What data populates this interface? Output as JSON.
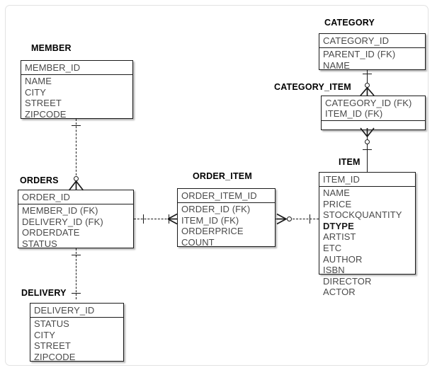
{
  "diagram": {
    "type": "entity-relationship-diagram",
    "notation": "crows-foot",
    "entities": [
      {
        "id": "member",
        "name": "MEMBER",
        "key_attributes": [
          "MEMBER_ID"
        ],
        "attributes": [
          "NAME",
          "CITY",
          "STREET",
          "ZIPCODE"
        ]
      },
      {
        "id": "orders",
        "name": "ORDERS",
        "key_attributes": [
          "ORDER_ID"
        ],
        "attributes": [
          "MEMBER_ID (FK)",
          "DELIVERY_ID (FK)",
          "ORDERDATE",
          "STATUS"
        ]
      },
      {
        "id": "delivery",
        "name": "DELIVERY",
        "key_attributes": [
          "DELIVERY_ID"
        ],
        "attributes": [
          "STATUS",
          "CITY",
          "STREET",
          "ZIPCODE"
        ]
      },
      {
        "id": "order_item",
        "name": "ORDER_ITEM",
        "key_attributes": [
          "ORDER_ITEM_ID"
        ],
        "attributes": [
          "ORDER_ID (FK)",
          "ITEM_ID (FK)",
          "ORDERPRICE",
          "COUNT"
        ]
      },
      {
        "id": "item",
        "name": "ITEM",
        "key_attributes": [
          "ITEM_ID"
        ],
        "attributes": [
          "NAME",
          "PRICE",
          "STOCKQUANTITY",
          "DTYPE",
          "ARTIST",
          "ETC",
          "AUTHOR",
          "ISBN",
          "DIRECTOR",
          "ACTOR"
        ],
        "bold_attributes": [
          "DTYPE"
        ]
      },
      {
        "id": "category",
        "name": "CATEGORY",
        "key_attributes": [
          "CATEGORY_ID"
        ],
        "attributes": [
          "PARENT_ID (FK)",
          "NAME"
        ]
      },
      {
        "id": "category_item",
        "name": "CATEGORY_ITEM",
        "key_attributes": [],
        "attributes": [
          "CATEGORY_ID (FK)",
          "ITEM_ID (FK)"
        ],
        "empty_section": true
      }
    ],
    "relationships": [
      {
        "id": "member-orders",
        "from": "MEMBER",
        "to": "ORDERS",
        "from_cardinality": "one",
        "to_cardinality": "zero-or-many",
        "line": "dashed"
      },
      {
        "id": "orders-delivery",
        "from": "ORDERS",
        "to": "DELIVERY",
        "from_cardinality": "one",
        "to_cardinality": "one",
        "line": "dashed"
      },
      {
        "id": "orders-order_item",
        "from": "ORDERS",
        "to": "ORDER_ITEM",
        "from_cardinality": "one",
        "to_cardinality": "one-or-many",
        "line": "dashed"
      },
      {
        "id": "order_item-item",
        "from": "ORDER_ITEM",
        "to": "ITEM",
        "from_cardinality": "zero-or-many",
        "to_cardinality": "one",
        "line": "dashed"
      },
      {
        "id": "category-category_item",
        "from": "CATEGORY",
        "to": "CATEGORY_ITEM",
        "from_cardinality": "one",
        "to_cardinality": "zero-or-many",
        "line": "solid"
      },
      {
        "id": "category_item-item",
        "from": "CATEGORY_ITEM",
        "to": "ITEM",
        "from_cardinality": "zero-or-many",
        "to_cardinality": "one",
        "line": "solid"
      }
    ]
  },
  "colors": {
    "stroke": "#1a1a1a",
    "attribute_text": "#4a4a4a",
    "title_text": "#000000",
    "background": "#ffffff",
    "frame_border": "#e2e2e2"
  }
}
